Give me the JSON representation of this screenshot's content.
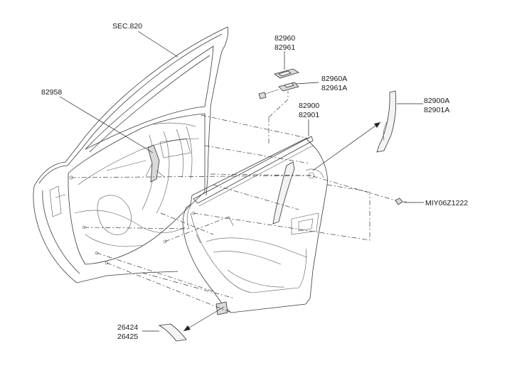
{
  "labels": {
    "sec820": "SEC.820",
    "p82958": "82958",
    "p82960": "82960",
    "p82961": "82961",
    "p82960A": "82960A",
    "p82961A": "82961A",
    "p82900": "82900",
    "p82901": "82901",
    "p82900A": "82900A",
    "p82901A": "82901A",
    "pMIY06Z1222": "MIY06Z1222",
    "p26424": "26424",
    "p26425": "26425"
  },
  "colors": {
    "line": "#3a3a3a",
    "fill_part": "#d9d9d9",
    "background": "#ffffff"
  }
}
